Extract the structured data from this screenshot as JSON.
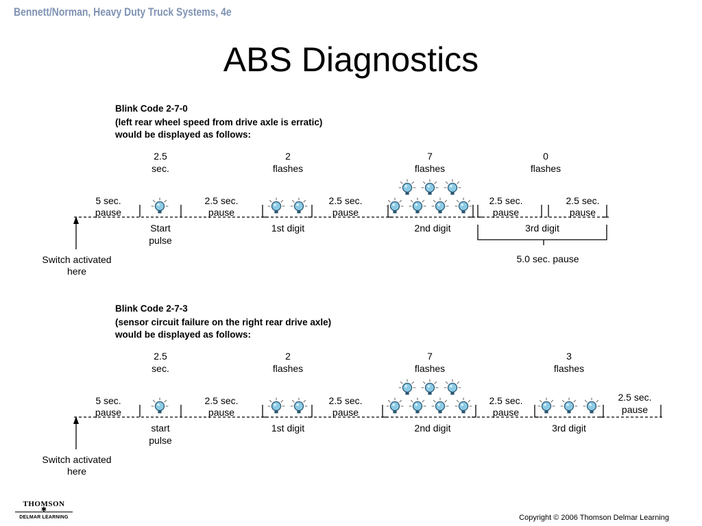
{
  "header": "Bennett/Norman, Heavy Duty Truck Systems, 4e",
  "title": "ABS Diagnostics",
  "diagrams": [
    {
      "heading": [
        "Blink Code 2-7-0",
        "(left rear wheel speed from drive axle is erratic)",
        "would be displayed as follows:"
      ],
      "pause_start": [
        "5 sec.",
        "pause"
      ],
      "start_duration": [
        "2.5",
        "sec."
      ],
      "start_label": [
        "Start",
        "pulse"
      ],
      "pause_1": [
        "2.5 sec.",
        "pause"
      ],
      "digit1_count": [
        "2",
        "flashes"
      ],
      "digit1_label": "1st digit",
      "pause_2": [
        "2.5 sec.",
        "pause"
      ],
      "digit2_count": [
        "7",
        "flashes"
      ],
      "digit2_label": "2nd digit",
      "digit3_count": [
        "0",
        "flashes"
      ],
      "digit3_label": "3rd digit",
      "digit3_pause_a": [
        "2.5 sec.",
        "pause"
      ],
      "digit3_pause_b": [
        "2.5 sec.",
        "pause"
      ],
      "bracket_label": "5.0 sec. pause",
      "switch_label": [
        "Switch activated",
        "here"
      ]
    },
    {
      "heading": [
        "Blink Code 2-7-3",
        "(sensor circuit failure on the right rear drive axle)",
        "would be displayed as follows:"
      ],
      "pause_start": [
        "5 sec.",
        "pause"
      ],
      "start_duration": [
        "2.5",
        "sec."
      ],
      "start_label": [
        "start",
        "pulse"
      ],
      "pause_1": [
        "2.5 sec.",
        "pause"
      ],
      "digit1_count": [
        "2",
        "flashes"
      ],
      "digit1_label": "1st digit",
      "pause_2": [
        "2.5 sec.",
        "pause"
      ],
      "digit2_count": [
        "7",
        "flashes"
      ],
      "digit2_label": "2nd digit",
      "pause_3": [
        "2.5 sec.",
        "pause"
      ],
      "digit3_count": [
        "3",
        "flashes"
      ],
      "digit3_label": "3rd digit",
      "end_pause": [
        "2.5 sec.",
        "pause"
      ],
      "switch_label": [
        "Switch activated",
        "here"
      ]
    }
  ],
  "logo": {
    "line1": "THOMSON",
    "line2": "DELMAR LEARNING"
  },
  "copyright": "Copyright © 2006 Thomson Delmar Learning",
  "colors": {
    "bulb": "#8ccbe6",
    "bulb_dark": "#2a5670",
    "header": "#7f93b3"
  }
}
